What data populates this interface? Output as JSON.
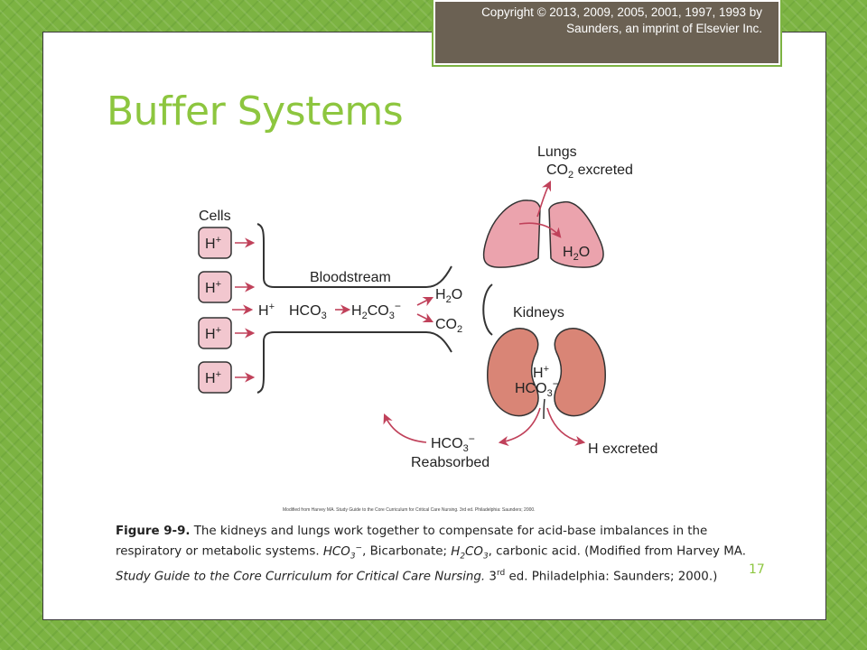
{
  "copyright": "Copyright © 2013, 2009, 2005, 2001, 1997, 1993 by Saunders, an imprint of Elsevier Inc.",
  "title": "Buffer Systems",
  "diagram": {
    "lungs_label": "Lungs",
    "co2_excreted_label": "excreted",
    "cells_label": "Cells",
    "h_plus": "H",
    "bloodstream_label": "Bloodstream",
    "hco3_text": "HCO",
    "h2co3_text": "H",
    "kidneys_label": "Kidneys",
    "reabsorbed_label": "Reabsorbed",
    "h_excreted_label": "H excreted"
  },
  "credit": "Modified from Harvey MA. Study Guide to the Core Curriculum for Critical Care Nursing. 3rd ed. Philadelphia: Saunders; 2000.",
  "caption": {
    "figure_label": "Figure 9-9.",
    "text_1": " The kidneys and lungs work together to compensate for acid-base imbalances in the respiratory or metabolic systems. ",
    "text_2": ", Bicarbonate; ",
    "text_3": ", carbonic acid. (Modified from Harvey MA. ",
    "book_title": "Study Guide to the Core Curriculum for Critical Care Nursing.",
    "text_4": " 3",
    "sup_rd": "rd",
    "text_5": " ed. Philadelphia: Saunders; 2000.)"
  },
  "page_number": "17",
  "colors": {
    "accent_green": "#8dc63f",
    "background_green": "#7cb342",
    "arrow_red": "#c0415a",
    "cell_pink": "#f2c7cf",
    "lung_pink": "#eba3ad",
    "kidney_pink": "#d98576"
  }
}
